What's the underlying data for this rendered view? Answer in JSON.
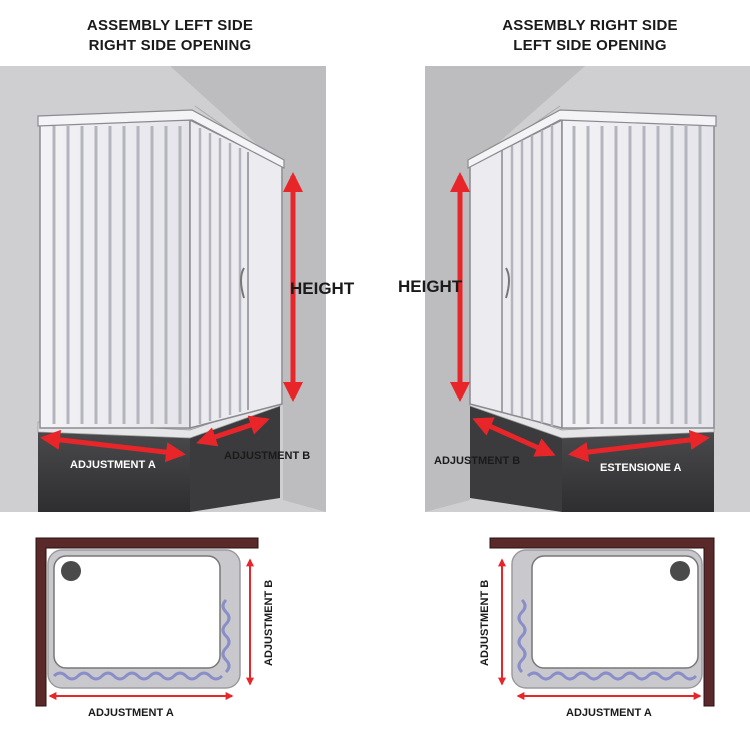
{
  "left_panel": {
    "title_line1": "ASSEMBLY LEFT SIDE",
    "title_line2": "RIGHT SIDE OPENING",
    "height_label": "HEIGHT",
    "adjustment_a": "ADJUSTMENT A",
    "adjustment_b": "ADJUSTMENT B",
    "plan_adjustment_a": "ADJUSTMENT A",
    "plan_adjustment_b": "ADJUSTMENT B"
  },
  "right_panel": {
    "title_line1": "ASSEMBLY RIGHT SIDE",
    "title_line2": "LEFT SIDE OPENING",
    "height_label": "HEIGHT",
    "adjustment_b": "ADJUSTMENT B",
    "extension_label": "ESTENSIONE A",
    "plan_adjustment_a": "ADJUSTMENT A",
    "plan_adjustment_b": "ADJUSTMENT B"
  },
  "colors": {
    "wall": "#cfcfd1",
    "wall_dark": "#bdbdc0",
    "base": "#3b3b3d",
    "arrow": "#e8262a",
    "plan_wall": "#5a2a2a",
    "tray": "#dcdcdf",
    "hose": "#8a8ec8"
  }
}
